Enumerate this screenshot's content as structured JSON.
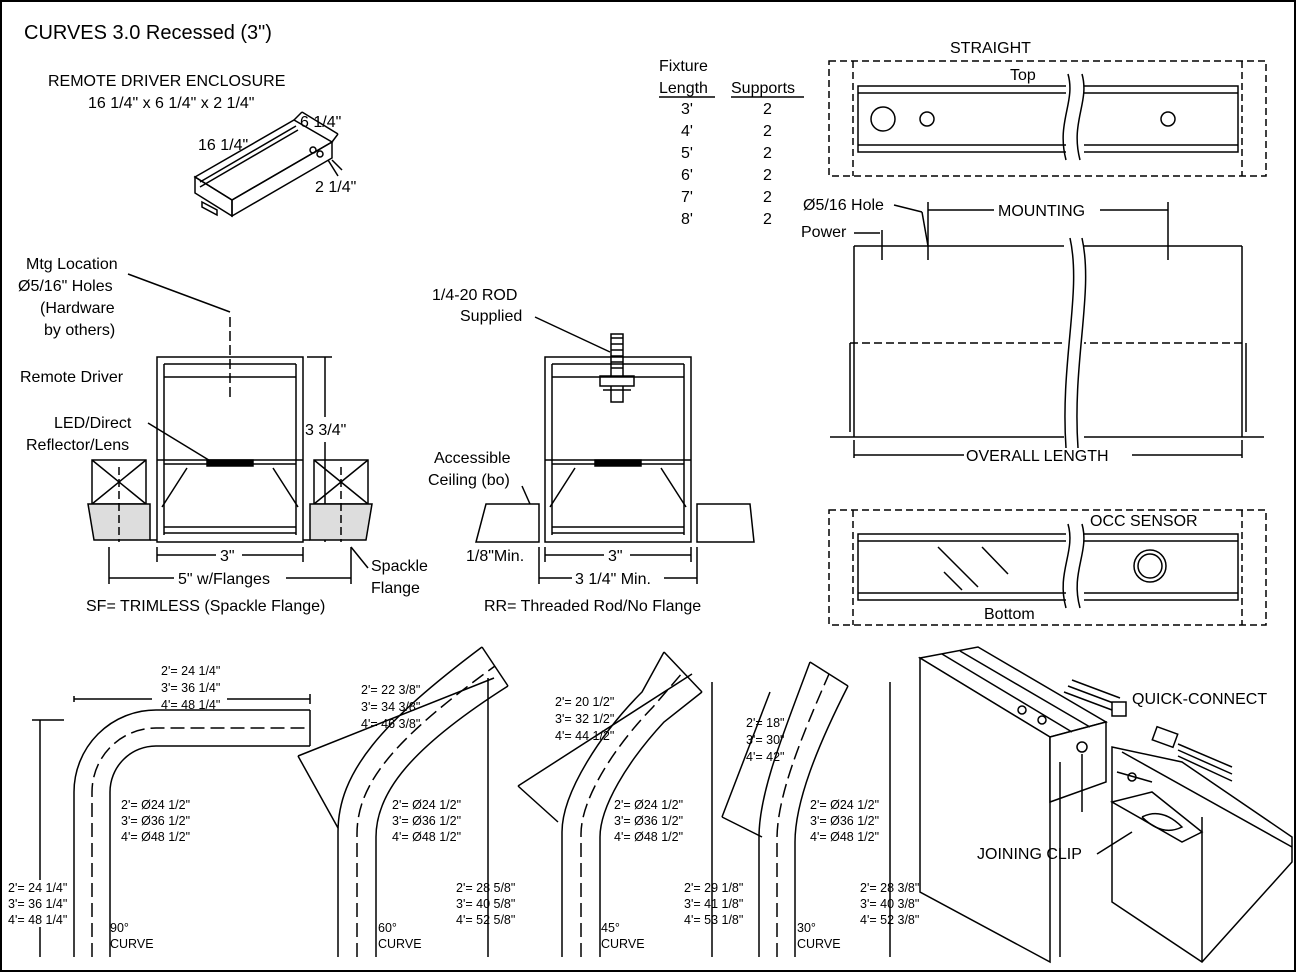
{
  "title": "CURVES 3.0 Recessed (3\")",
  "remote_driver": {
    "heading": "REMOTE DRIVER ENCLOSURE",
    "size": "16 1/4\" x 6 1/4\" x 2 1/4\"",
    "dim_length": "16 1/4\"",
    "dim_width": "6 1/4\"",
    "dim_height": "2 1/4\""
  },
  "fixture_table": {
    "header_fixture": "Fixture",
    "header_length": "Length",
    "header_supports": "Supports",
    "rows": [
      {
        "length": "3'",
        "supports": "2"
      },
      {
        "length": "4'",
        "supports": "2"
      },
      {
        "length": "5'",
        "supports": "2"
      },
      {
        "length": "6'",
        "supports": "2"
      },
      {
        "length": "7'",
        "supports": "2"
      },
      {
        "length": "8'",
        "supports": "2"
      }
    ]
  },
  "straight": {
    "heading": "STRAIGHT",
    "top_label": "Top",
    "hole_label": "Ø5/16 Hole",
    "power_label": "Power",
    "mounting_label": "MOUNTING",
    "overall_label": "OVERALL LENGTH",
    "occ_label": "OCC SENSOR",
    "bottom_label": "Bottom"
  },
  "sf_section": {
    "mtg_location": [
      "Mtg Location",
      "Ø5/16\" Holes",
      "(Hardware",
      "by others)"
    ],
    "remote_driver": "Remote Driver",
    "led_label": [
      "LED/Direct",
      "Reflector/Lens"
    ],
    "height_dim": "3 3/4\"",
    "width_dim": "3\"",
    "flange_dim": "5\" w/Flanges",
    "spackle": [
      "Spackle",
      "Flange"
    ],
    "caption": "SF= TRIMLESS (Spackle Flange)"
  },
  "rr_section": {
    "rod_label": [
      "1/4-20 ROD",
      "Supplied"
    ],
    "ceiling_label": [
      "Accessible",
      "Ceiling (bo)"
    ],
    "min_gap": "1/8\"Min.",
    "width_dim": "3\"",
    "min_dim": "3 1/4\" Min.",
    "caption": "RR= Threaded Rod/No Flange"
  },
  "curves": [
    {
      "top_dims": [
        "2'= 24 1/4\"",
        "3'= 36 1/4\"",
        "4'= 48 1/4\""
      ],
      "diam": [
        "2'= Ø24 1/2\"",
        "3'= Ø36 1/2\"",
        "4'= Ø48 1/2\""
      ],
      "side_dims": [
        "2'= 24 1/4\"",
        "3'= 36 1/4\"",
        "4'= 48 1/4\""
      ],
      "angle": "90°",
      "curve": "CURVE"
    },
    {
      "top_dims": [
        "2'= 22 3/8\"",
        "3'= 34 3/8\"",
        "4'= 46 3/8\""
      ],
      "diam": [
        "2'= Ø24 1/2\"",
        "3'= Ø36 1/2\"",
        "4'= Ø48 1/2\""
      ],
      "side_dims": [
        "2'= 28 5/8\"",
        "3'= 40 5/8\"",
        "4'= 52 5/8\""
      ],
      "angle": "60°",
      "curve": "CURVE"
    },
    {
      "top_dims": [
        "2'= 20 1/2\"",
        "3'= 32 1/2\"",
        "4'= 44 1/2\""
      ],
      "diam": [
        "2'= Ø24 1/2\"",
        "3'= Ø36 1/2\"",
        "4'= Ø48 1/2\""
      ],
      "side_dims": [
        "2'= 29 1/8\"",
        "3'= 41 1/8\"",
        "4'= 53 1/8\""
      ],
      "angle": "45°",
      "curve": "CURVE"
    },
    {
      "top_dims": [
        "2'= 18\"",
        "3'= 30\"",
        "4'= 42\""
      ],
      "diam": [
        "2'= Ø24 1/2\"",
        "3'= Ø36 1/2\"",
        "4'= Ø48 1/2\""
      ],
      "side_dims": [
        "2'= 28 3/8\"",
        "3'= 40 3/8\"",
        "4'= 52 3/8\""
      ],
      "angle": "30°",
      "curve": "CURVE"
    }
  ],
  "joining": {
    "quick_connect": "QUICK-CONNECT",
    "joining_clip": "JOINING CLIP"
  }
}
